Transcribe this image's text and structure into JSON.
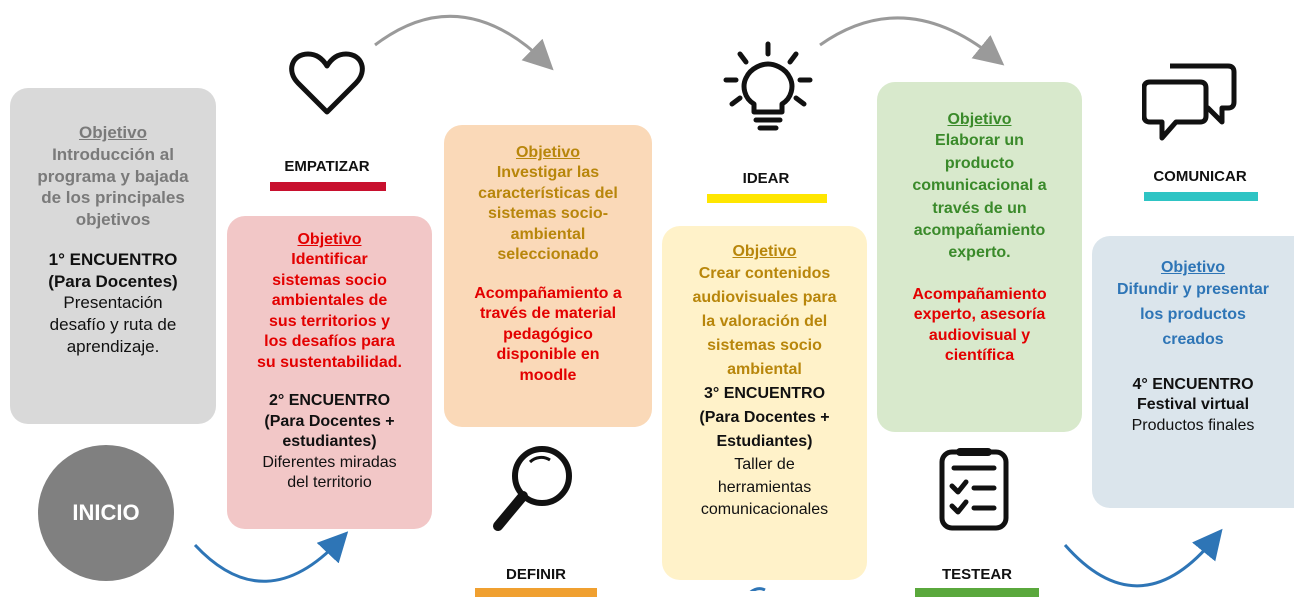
{
  "start": {
    "label": "INICIO"
  },
  "stages": {
    "empatizar": {
      "label": "EMPATIZAR",
      "color": "#c8102e"
    },
    "definir": {
      "label": "DEFINIR",
      "color": "#f0a030"
    },
    "idear": {
      "label": "IDEAR",
      "color": "#ffe600"
    },
    "testear": {
      "label": "TESTEAR",
      "color": "#5aa83c"
    },
    "comunicar": {
      "label": "COMUNICAR",
      "color": "#2ec4c4"
    }
  },
  "cards": {
    "intro": {
      "objective_title": "Objetivo",
      "objective_text": [
        "Introducción al",
        "programa y bajada",
        "de los principales",
        "objetivos"
      ],
      "meeting": [
        "1° ENCUENTRO",
        "(Para Docentes)"
      ],
      "detail": [
        "Presentación",
        "desafío y ruta de",
        "aprendizaje."
      ]
    },
    "empatizar": {
      "objective_title": "Objetivo",
      "objective_text": [
        "Identificar",
        "sistemas socio",
        "ambientales de",
        "sus territorios y",
        "los desafíos para",
        "su sustentabilidad."
      ],
      "meeting": [
        "2° ENCUENTRO",
        "(Para Docentes +",
        "estudiantes)"
      ],
      "detail": [
        "Diferentes miradas",
        "del territorio"
      ]
    },
    "definir": {
      "objective_title": "Objetivo",
      "objective_text": [
        "Investigar las",
        "características del",
        "sistemas socio-",
        "ambiental",
        "seleccionado"
      ],
      "support": [
        "Acompañamiento a",
        "través de material",
        "pedagógico",
        "disponible en",
        "moodle"
      ]
    },
    "idear": {
      "objective_title": "Objetivo",
      "objective_text": [
        "Crear contenidos",
        "audiovisuales para",
        "la valoración del",
        "sistemas socio",
        "ambiental"
      ],
      "meeting": [
        "3° ENCUENTRO",
        "(Para Docentes +",
        "Estudiantes)"
      ],
      "detail": [
        "Taller de",
        "herramientas",
        "comunicacionales"
      ]
    },
    "testear": {
      "objective_title": "Objetivo",
      "objective_text": [
        "Elaborar un",
        "producto",
        "comunicacional a",
        "través de un",
        "acompañamiento",
        "experto."
      ],
      "support": [
        "Acompañamiento",
        "experto, asesoría",
        "audiovisual y",
        "científica"
      ]
    },
    "comunicar": {
      "objective_title": "Objetivo",
      "objective_text": [
        "Difundir y presentar",
        "los productos",
        "creados"
      ],
      "meeting": [
        "4° ENCUENTRO",
        "Festival virtual"
      ],
      "detail": [
        "Productos finales"
      ]
    }
  },
  "icons": {
    "empatizar": "heart-icon",
    "definir": "magnifier-icon",
    "idear": "lightbulb-icon",
    "testear": "checklist-icon",
    "comunicar": "chat-bubbles-icon"
  }
}
